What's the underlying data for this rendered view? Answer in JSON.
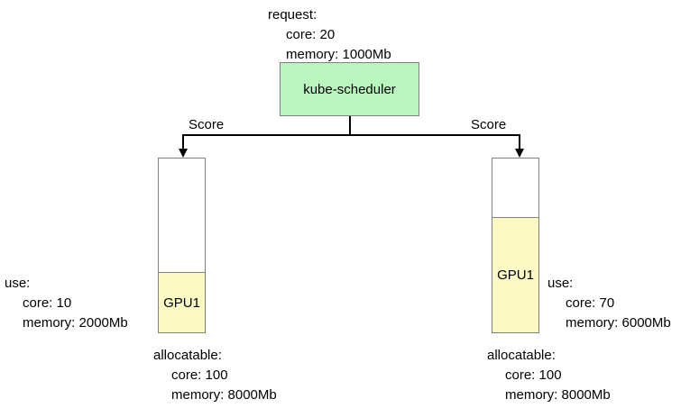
{
  "colors": {
    "scheduler_fill": "#b9f6bd",
    "gpu_fill": "#fcf9c5",
    "box_border": "#7f7f7f",
    "bar_border": "#808080",
    "line_color": "#000000"
  },
  "request": {
    "title": "request:",
    "lines": [
      "core: 20",
      "memory: 1000Mb"
    ]
  },
  "scheduler": {
    "label": "kube-scheduler"
  },
  "edges": {
    "left_score_label": "Score",
    "right_score_label": "Score"
  },
  "nodes": {
    "left": {
      "gpu_label": "GPU1",
      "use": {
        "title": "use:",
        "lines": [
          "core: 10",
          "memory: 2000Mb"
        ]
      },
      "allocatable": {
        "title": "allocatable:",
        "lines": [
          "core: 100",
          "memory: 8000Mb"
        ]
      }
    },
    "right": {
      "gpu_label": "GPU1",
      "use": {
        "title": "use:",
        "lines": [
          "core: 70",
          "memory: 6000Mb"
        ]
      },
      "allocatable": {
        "title": "allocatable:",
        "lines": [
          "core: 100",
          "memory: 8000Mb"
        ]
      }
    }
  }
}
